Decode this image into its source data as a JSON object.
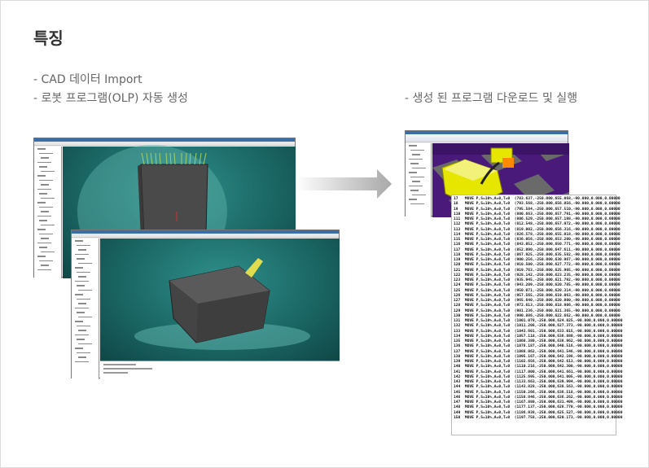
{
  "page": {
    "title": "특징",
    "bullets": [
      "- CAD 데이터 Import",
      "- 로봇 프로그램(OLP) 자동 생성",
      "- 생성 된 프로그램 다운로드 및 실행"
    ]
  },
  "colors": {
    "viewport_teal": "#1b6866",
    "box_gray": "#4a4a4a",
    "robot_yellow": "#e6e600",
    "robot_purple": "#4a1a7a",
    "arrow_gray": "#a8a8a8"
  },
  "icons": [
    "arrow-right-icon"
  ],
  "code_listing": {
    "rows": [
      {
        "n": "17",
        "v": "(783.637,-250.000,655.068,-90.000,0.000,0.00000"
      },
      {
        "n": "18",
        "v": "(793.568,-250.000,656.056,-90.000,0.000,0.00000"
      },
      {
        "n": "19",
        "v": "(795.584,-250.000,657.510,-90.000,0.000,0.00000"
      },
      {
        "n": "110",
        "v": "(800.663,-250.000,657.791,-90.000,0.000,0.00000"
      },
      {
        "n": "111",
        "v": "(806.529,-250.000,657.198,-90.000,0.000,0.00000"
      },
      {
        "n": "112",
        "v": "(812.548,-250.000,657.972,-90.000,0.000,0.00000"
      },
      {
        "n": "113",
        "v": "(819.002,-250.000,656.316,-90.000,0.000,0.00000"
      },
      {
        "n": "114",
        "v": "(826.578,-250.000,655.018,-90.000,0.000,0.00000"
      },
      {
        "n": "115",
        "v": "(836.056,-250.000,653.200,-90.000,0.000,0.00000"
      },
      {
        "n": "116",
        "v": "(843.052,-250.000,650.771,-90.000,0.000,0.00000"
      },
      {
        "n": "117",
        "v": "(852.090,-250.000,647.611,-90.000,0.000,0.00000"
      },
      {
        "n": "118",
        "v": "(867.925,-250.000,635.582,-90.000,0.000,0.00000"
      },
      {
        "n": "119",
        "v": "(900.256,-250.000,630.967,-90.000,0.000,0.00000"
      },
      {
        "n": "120",
        "v": "(910.500,-250.000,627.772,-90.000,0.000,0.00000"
      },
      {
        "n": "121",
        "v": "(919.763,-250.000,625.905,-90.000,0.000,0.00000"
      },
      {
        "n": "122",
        "v": "(928.142,-250.000,623.235,-90.000,0.000,0.00000"
      },
      {
        "n": "123",
        "v": "(935.945,-250.000,621.792,-90.000,0.000,0.00000"
      },
      {
        "n": "124",
        "v": "(943.209,-250.000,620.785,-90.000,0.000,0.00000"
      },
      {
        "n": "125",
        "v": "(950.071,-250.000,620.314,-90.000,0.000,0.00000"
      },
      {
        "n": "126",
        "v": "(957.565,-250.000,619.063,-90.000,0.000,0.00000"
      },
      {
        "n": "127",
        "v": "(965.640,-250.000,620.000,-90.000,0.000,0.00000"
      },
      {
        "n": "128",
        "v": "(972.613,-250.000,618.906,-90.000,0.000,0.00000"
      },
      {
        "n": "129",
        "v": "(981.236,-250.000,621.365,-90.000,0.000,0.00000"
      },
      {
        "n": "130",
        "v": "(990.886,-250.000,622.662,-90.000,0.000,0.00000"
      },
      {
        "n": "131",
        "v": "(1001.078,-250.000,624.025,-90.000,0.000,0.00000"
      },
      {
        "n": "132",
        "v": "(1011.208,-250.000,627.373,-90.000,0.000,0.00000"
      },
      {
        "n": "133",
        "v": "(1043.601,-250.000,633.015,-90.000,0.000,0.00000"
      },
      {
        "n": "134",
        "v": "(1057.118,-250.000,636.880,-90.000,0.000,0.00000"
      },
      {
        "n": "135",
        "v": "(1068.380,-250.000,638.962,-90.000,0.000,0.00000"
      },
      {
        "n": "136",
        "v": "(1078.187,-250.000,640.516,-90.000,0.000,0.00000"
      },
      {
        "n": "137",
        "v": "(1088.062,-250.000,641.546,-90.000,0.000,0.00000"
      },
      {
        "n": "138",
        "v": "(1095.167,-250.000,642.198,-90.000,0.000,0.00000"
      },
      {
        "n": "139",
        "v": "(1102.656,-250.000,642.613,-90.000,0.000,0.00000"
      },
      {
        "n": "140",
        "v": "(1110.216,-250.000,642.300,-90.000,0.000,0.00000"
      },
      {
        "n": "141",
        "v": "(1117.000,-250.000,641.661,-90.000,0.000,0.00000"
      },
      {
        "n": "142",
        "v": "(1125.695,-250.000,641.005,-90.000,0.000,0.00000"
      },
      {
        "n": "143",
        "v": "(1133.663,-250.000,639.994,-90.000,0.000,0.00000"
      },
      {
        "n": "144",
        "v": "(1143.828,-250.000,638.563,-90.000,0.000,0.00000"
      },
      {
        "n": "145",
        "v": "(1150.266,-250.000,636.518,-90.000,0.000,0.00000"
      },
      {
        "n": "146",
        "v": "(1158.846,-250.000,636.262,-90.000,0.000,0.00000"
      },
      {
        "n": "147",
        "v": "(1167.880,-250.000,631.499,-90.000,0.000,0.00000"
      },
      {
        "n": "148",
        "v": "(1177.137,-250.000,628.770,-90.000,0.000,0.00000"
      },
      {
        "n": "149",
        "v": "(1186.938,-250.000,625.527,-90.000,0.000,0.00000"
      },
      {
        "n": "150",
        "v": "(1197.758,-250.000,620.173,-90.000,0.000,0.00000"
      }
    ],
    "cmd": "MOVE P,S=10%,A=0,T=0"
  }
}
